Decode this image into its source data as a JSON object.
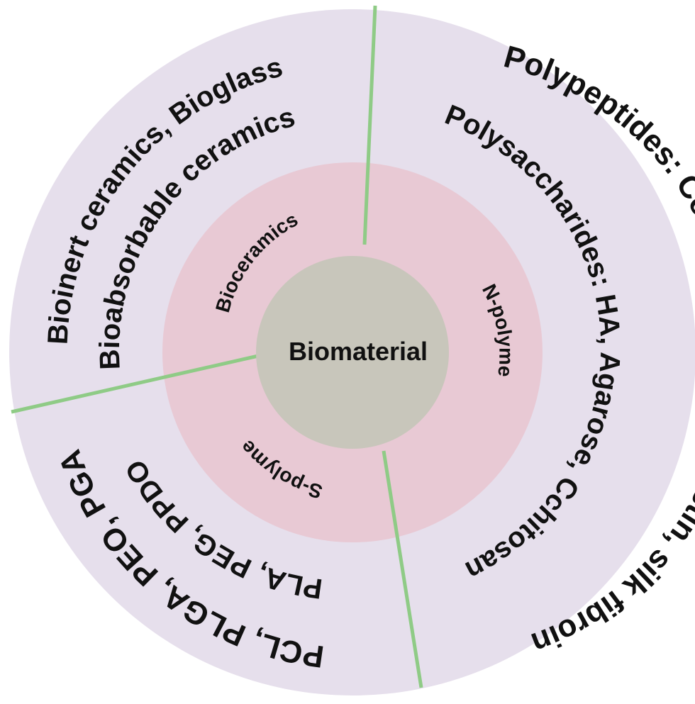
{
  "center": {
    "label": "Biomaterial"
  },
  "categories": [
    {
      "label": "Bioceramics"
    },
    {
      "label": "N-polyme"
    },
    {
      "label": "S-polyme"
    }
  ],
  "examples": {
    "bioceramics": [
      "Bioinert ceramics, Bioglass",
      "Bioabsorbable ceramics"
    ],
    "n_polyme": [
      "Polypeptides: Collagen, Gelatin, Elastin, silk fibroin",
      "Polysaccharides: HA, Agarose, Cchitosan"
    ],
    "s_polyme": [
      "PCL, PLGA, PEO, PGA",
      "PLA, PEG, PPDO"
    ]
  },
  "colors": {
    "outer_ring": "#e6dfec",
    "middle_ring": "#e8c9d4",
    "center": "#c8c6bb",
    "divider": "#8fcb86",
    "text": "#111111"
  }
}
